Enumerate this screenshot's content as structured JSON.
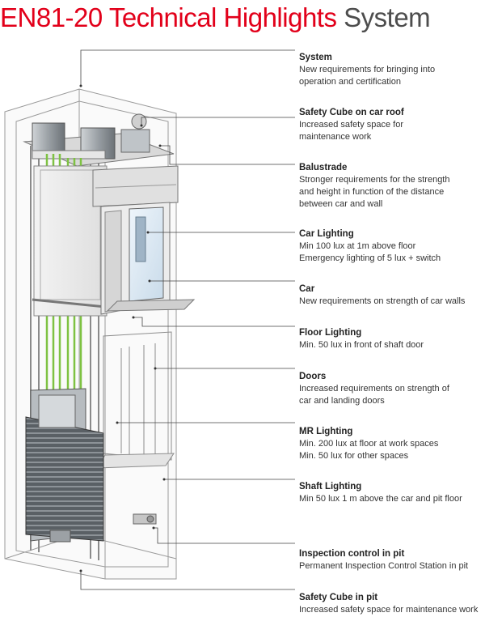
{
  "title": {
    "main": "EN81-20 Technical Highlights",
    "sub": "System"
  },
  "annotations": [
    {
      "heading": "System",
      "text": "New requirements for bringing into\noperation and certification"
    },
    {
      "heading": "Safety Cube on car roof",
      "text": "Increased safety space for\nmaintenance work"
    },
    {
      "heading": "Balustrade",
      "text": "Stronger requirements for the strength\nand height in function of the distance\nbetween car  and wall"
    },
    {
      "heading": "Car Lighting",
      "text": "Min 100 lux at 1m above floor\nEmergency lighting of 5 lux + switch"
    },
    {
      "heading": "Car",
      "text": "New requirements on strength of car walls"
    },
    {
      "heading": "Floor Lighting",
      "text": "Min. 50 lux in front of shaft door"
    },
    {
      "heading": "Doors",
      "text": "Increased requirements on strength of\ncar and landing doors"
    },
    {
      "heading": "MR Lighting",
      "text": "Min. 200 lux at floor at work spaces\nMin. 50 lux for other spaces"
    },
    {
      "heading": "Shaft Lighting",
      "text": "Min 50  lux 1 m above the car and pit floor"
    },
    {
      "heading": "Inspection control in pit",
      "text": "Permanent Inspection Control Station in pit"
    },
    {
      "heading": "Safety Cube in pit",
      "text": "Increased safety space for maintenance work"
    }
  ]
}
